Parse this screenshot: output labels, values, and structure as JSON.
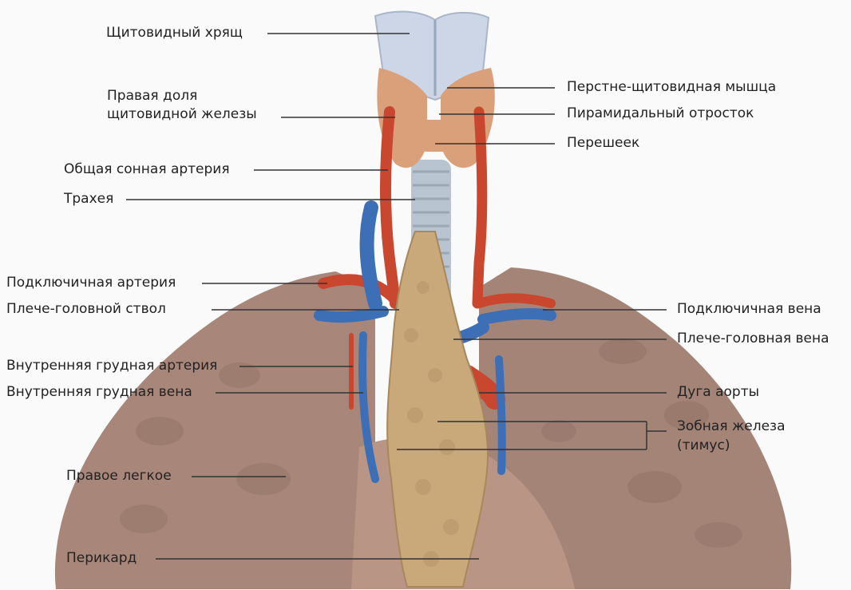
{
  "labels": {
    "thyroid_cartilage": "Щитовидный хрящ",
    "right_lobe_line1": "Правая доля",
    "right_lobe_line2": "щитовидной железы",
    "common_carotid": "Общая сонная артерия",
    "trachea": "Трахея",
    "subclavian_artery": "Подключичная артерия",
    "brachiocephalic_trunk": "Плече-головной ствол",
    "internal_thoracic_artery": "Внутренняя грудная артерия",
    "internal_thoracic_vein": "Внутренняя грудная вена",
    "right_lung": "Правое легкое",
    "pericardium": "Перикард",
    "cricothyroid_muscle": "Перстне-щитовидная мышца",
    "pyramidal_process": "Пирамидальный отросток",
    "isthmus": "Перешеек",
    "subclavian_vein": "Подключичная вена",
    "brachiocephalic_vein": "Плече-головная вена",
    "aortic_arch": "Дуга аорты",
    "thymus_line1": "Зобная железа",
    "thymus_line2": "(тимус)"
  },
  "colors": {
    "lung": "#a8877a",
    "lung_dark": "#8a6a5e",
    "thyroid": "#d9a07a",
    "cartilage": "#cdd6e6",
    "artery": "#c9472e",
    "vein": "#3d6fb6",
    "thymus": "#c9a97a",
    "trachea": "#b8c4cf",
    "line": "#333333"
  }
}
